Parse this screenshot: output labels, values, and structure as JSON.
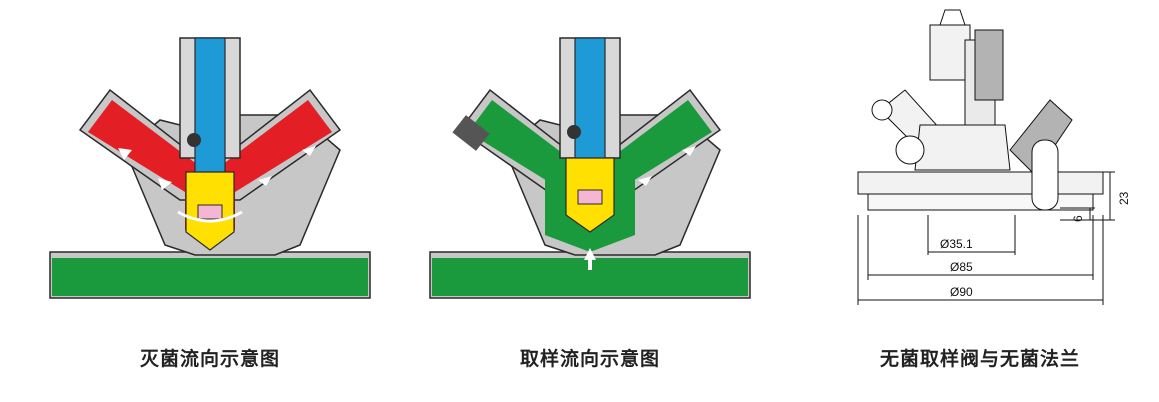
{
  "panels": [
    {
      "caption": "灭菌流向示意图"
    },
    {
      "caption": "取样流向示意图"
    },
    {
      "caption": "无菌取样阀与无菌法兰"
    }
  ],
  "dimensions": {
    "d1": "Ø35.1",
    "d2": "Ø85",
    "d3": "Ø90",
    "h1": "23",
    "h2": "6"
  },
  "colors": {
    "sterilize": "#e31e24",
    "sample": "#1a9a3c",
    "stem": "#1e9bd7",
    "plug": "#ffe000",
    "body": "#c7c7c7",
    "outline": "#2a2a2a"
  }
}
